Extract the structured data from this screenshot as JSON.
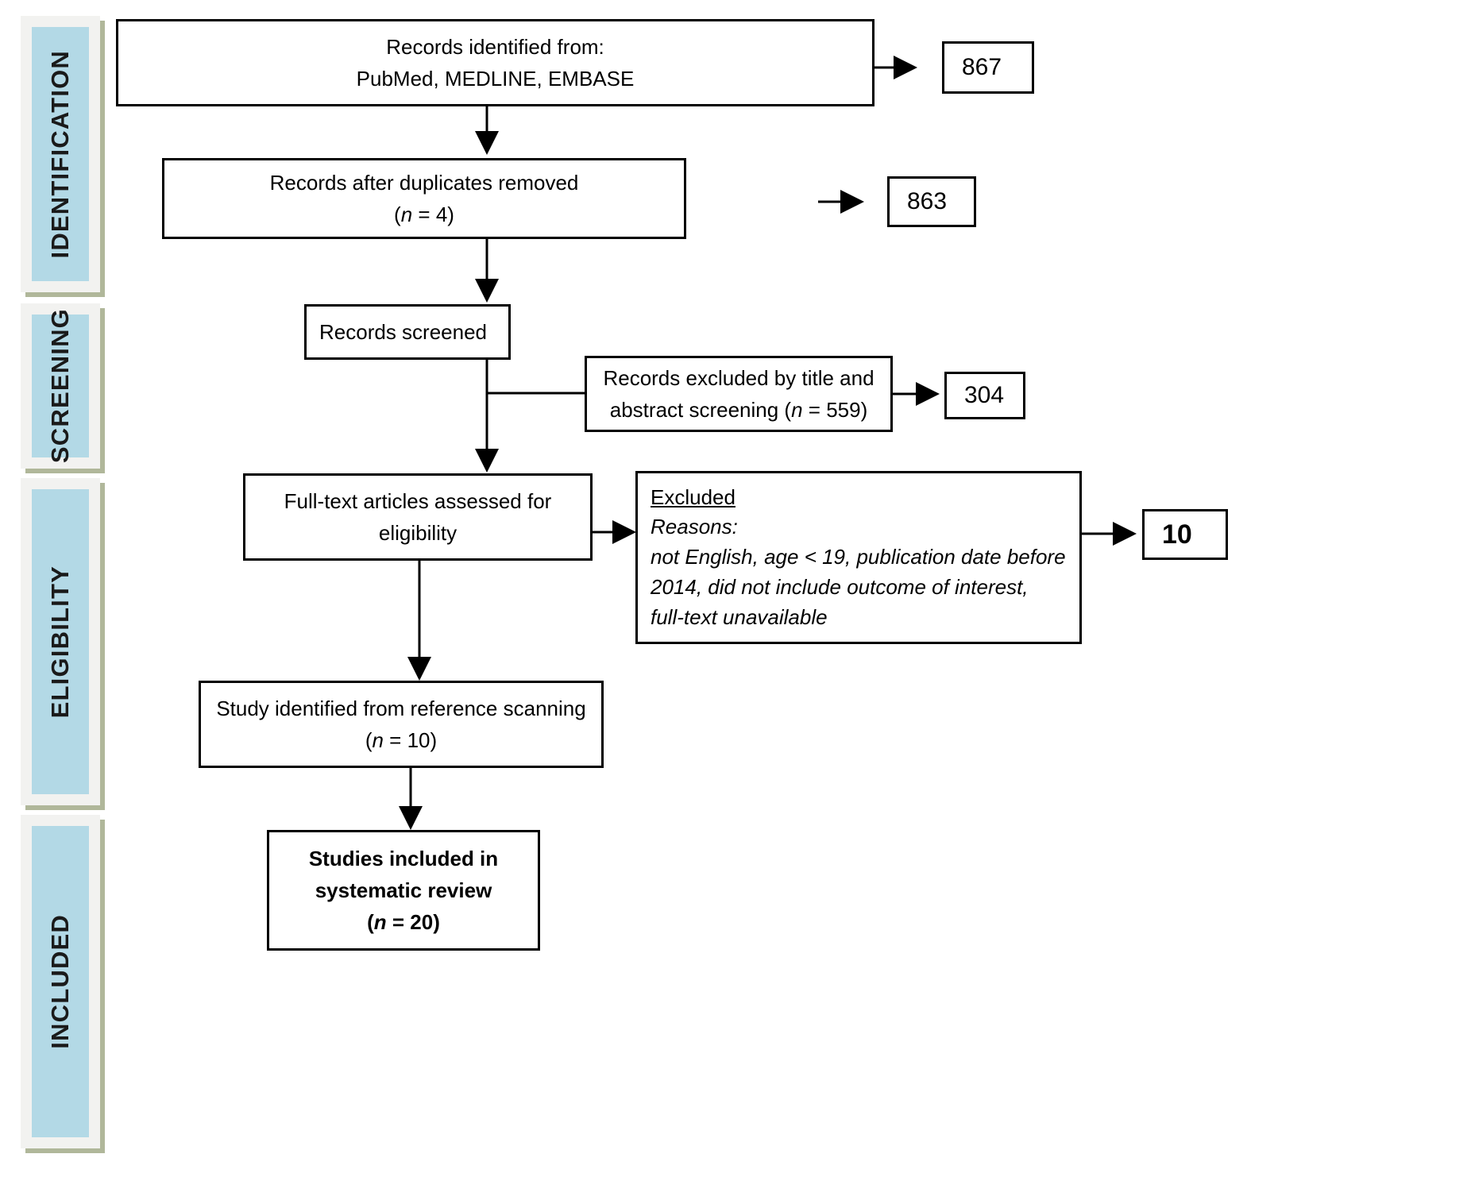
{
  "diagram": {
    "title": "PRISMA study selection flow diagram",
    "accent_color": "#b3d9e6",
    "band_frame_color": "#f2f2f0",
    "band_shadow_color": "#b0b79a",
    "line_color": "#000000"
  },
  "phases": [
    {
      "id": "identification",
      "label": "IDENTIFICATION"
    },
    {
      "id": "screening",
      "label": "SCREENING"
    },
    {
      "id": "eligibility",
      "label": "ELIGIBILITY"
    },
    {
      "id": "included",
      "label": "INCLUDED"
    }
  ],
  "nodes": {
    "records_identified": {
      "line1": "Records identified from:",
      "line2": "PubMed, MEDLINE, EMBASE"
    },
    "records_after_duplicates": {
      "line1": "Records after duplicates removed",
      "line2_prefix": "(",
      "line2_var": "n",
      "line2_suffix": " = 4)"
    },
    "records_screened": {
      "line1": "Records screened"
    },
    "records_excluded": {
      "line1": "Records excluded by title and",
      "line2_prefix": "abstract screening (",
      "line2_var": "n",
      "line2_suffix": " = 559)"
    },
    "fulltext_assessed": {
      "line1": "Full-text articles assessed for",
      "line2": "eligibility"
    },
    "excluded_reasons": {
      "heading": "Excluded",
      "subheading": "Reasons:",
      "line1": "not English, age < 19, publication date before",
      "line2": "2014, did not include outcome of interest,",
      "line3": "full-text unavailable"
    },
    "reference_scanning": {
      "line1": "Study identified from reference scanning",
      "line2_prefix": "(",
      "line2_var": "n",
      "line2_suffix": "  = 10)"
    },
    "studies_included": {
      "line1": "Studies included in",
      "line2": "systematic review",
      "line3_prefix": "(",
      "line3_var": "n",
      "line3_suffix": " = 20)"
    }
  },
  "counts": {
    "identified_total": "867",
    "after_duplicates": "863",
    "excluded_screening": "304",
    "excluded_fulltext": "10"
  },
  "chart_data": {
    "type": "table",
    "title": "PRISMA study selection flow",
    "stages": [
      {
        "stage": "Records identified from PubMed, MEDLINE, EMBASE",
        "count": 867,
        "phase": "IDENTIFICATION"
      },
      {
        "stage": "Records after duplicates removed (n = 4)",
        "count": 863,
        "phase": "IDENTIFICATION"
      },
      {
        "stage": "Records screened",
        "count": null,
        "phase": "SCREENING"
      },
      {
        "stage": "Records excluded by title and abstract screening (n = 559)",
        "count": 304,
        "phase": "SCREENING"
      },
      {
        "stage": "Full-text articles assessed for eligibility",
        "count": null,
        "phase": "ELIGIBILITY"
      },
      {
        "stage": "Excluded full-text articles",
        "count": 10,
        "phase": "ELIGIBILITY"
      },
      {
        "stage": "Study identified from reference scanning (n = 10)",
        "count": 10,
        "phase": "ELIGIBILITY"
      },
      {
        "stage": "Studies included in systematic review (n = 20)",
        "count": 20,
        "phase": "INCLUDED"
      }
    ]
  }
}
